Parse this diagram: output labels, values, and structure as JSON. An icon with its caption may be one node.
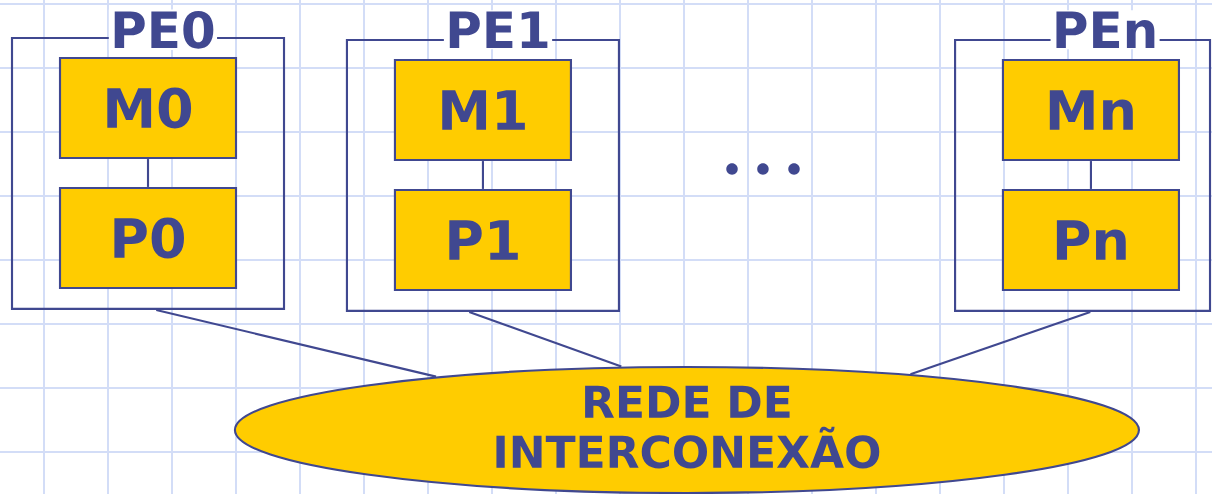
{
  "diagram": {
    "nodes": [
      {
        "text": [
          "PE0"
        ]
      },
      {
        "text": [
          "M0"
        ],
        "in": 0
      },
      {
        "text": [
          "P0"
        ],
        "in": 0
      },
      {
        "text": [
          "PE1"
        ]
      },
      {
        "text": [
          "M1"
        ],
        "in": 3
      },
      {
        "text": [
          "P1"
        ],
        "in": 3
      },
      {
        "text": [
          "PEn"
        ]
      },
      {
        "text": [
          "Mn"
        ],
        "in": 6
      },
      {
        "text": [
          "Pn"
        ],
        "in": 6
      },
      {
        "text": [
          "REDE DE INTERCONEXÃO"
        ]
      }
    ],
    "edges": [
      {
        "from": 1,
        "to": 2,
        "arrow": "none"
      },
      {
        "from": 4,
        "to": 5,
        "arrow": "none"
      },
      {
        "from": 7,
        "to": 8,
        "arrow": "none"
      },
      {
        "from": 0,
        "to": 9,
        "arrow": "none"
      },
      {
        "from": 3,
        "to": 9,
        "arrow": "none"
      },
      {
        "from": 6,
        "to": 9,
        "arrow": "none"
      }
    ]
  }
}
